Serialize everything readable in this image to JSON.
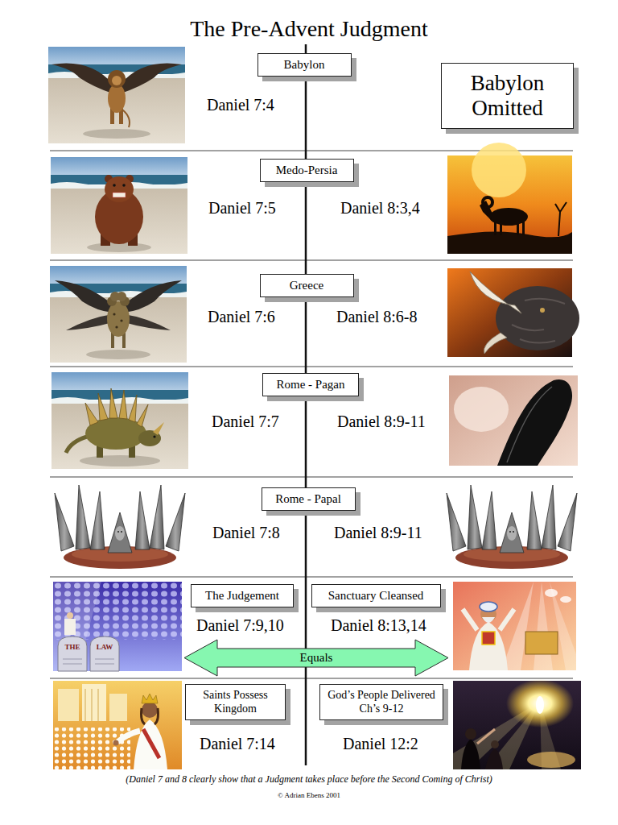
{
  "diagram": {
    "title": "The Pre-Advent Judgment",
    "caption": "(Daniel 7 and 8 clearly show that a Judgment takes place before the Second Coming of Christ)",
    "nodes": [
      {
        "text": [
          "Babylon"
        ]
      },
      {
        "text": [
          "Babylon Omitted"
        ]
      },
      {
        "text": [
          "Medo-Persia"
        ]
      },
      {
        "text": [
          "Greece"
        ]
      },
      {
        "text": [
          "Rome - Pagan"
        ]
      },
      {
        "text": [
          "Rome - Papal"
        ]
      },
      {
        "text": [
          "The Judgement"
        ]
      },
      {
        "text": [
          "Sanctuary Cleansed"
        ]
      },
      {
        "text": [
          "Equals"
        ]
      },
      {
        "text": [
          "Saints Possess Kingdom"
        ]
      },
      {
        "text": [
          "God’s People Delivered Ch’s 9-12"
        ]
      }
    ],
    "edges": [
      {
        "from": 0,
        "to": 2,
        "arrow": "none"
      },
      {
        "from": 2,
        "to": 3,
        "arrow": "none"
      },
      {
        "from": 3,
        "to": 4,
        "arrow": "none"
      },
      {
        "from": 4,
        "to": 5,
        "arrow": "none"
      },
      {
        "from": 5,
        "to": 8,
        "arrow": "none"
      }
    ],
    "labels": [
      "Daniel 7:4",
      "Daniel 7:5",
      "Daniel 8:3,4",
      "Daniel 7:6",
      "Daniel 8:6-8",
      "Daniel 7:7",
      "Daniel 8:9-11",
      "Daniel 7:8",
      "Daniel 8:9-11",
      "THE",
      "LAW",
      "Daniel 7:9,10",
      "Daniel 8:13,14",
      "Daniel 7:14",
      "Daniel 12:2",
      "© Adrian Ebens 2001"
    ]
  }
}
